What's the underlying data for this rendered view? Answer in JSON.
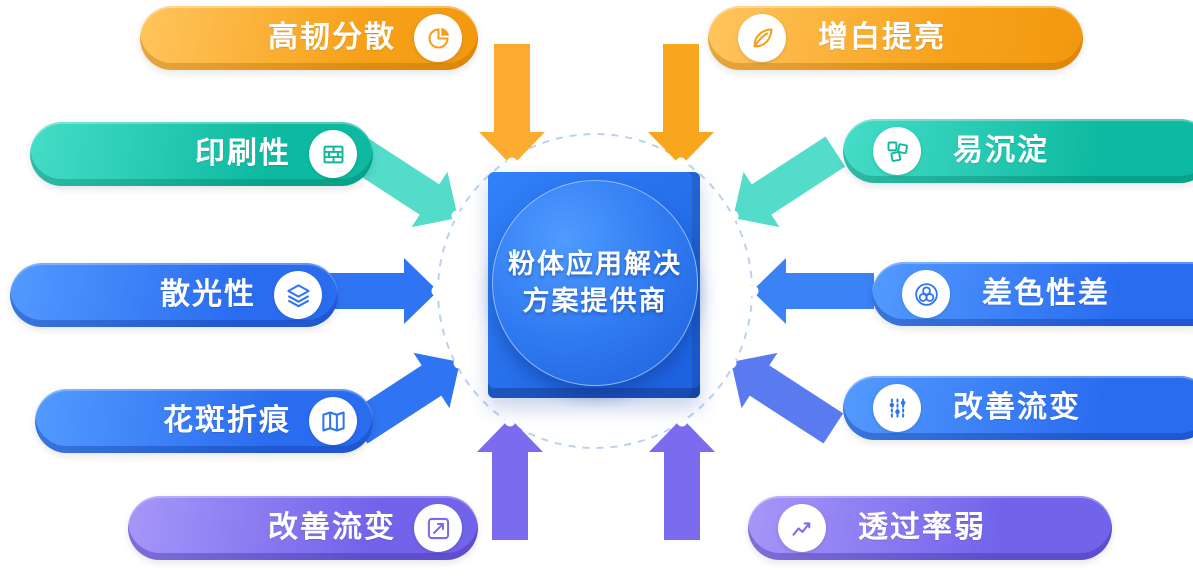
{
  "center": {
    "line1": "粉体应用解决",
    "line2": "方案提供商"
  },
  "left_items": [
    {
      "label": "高韧分散",
      "icon": "pie-chart-icon",
      "color": "#F7A11A"
    },
    {
      "label": "印刷性",
      "icon": "printer-icon",
      "color": "#0DB9A0"
    },
    {
      "label": "散光性",
      "icon": "layers-icon",
      "color": "#2A6CF0"
    },
    {
      "label": "花斑折痕",
      "icon": "map-icon",
      "color": "#2A6CF0"
    },
    {
      "label": "改善流变",
      "icon": "trend-arrow-icon",
      "color": "#7163EA"
    }
  ],
  "right_items": [
    {
      "label": "增白提亮",
      "icon": "leaf-icon",
      "color": "#F7A11A"
    },
    {
      "label": "易沉淀",
      "icon": "puzzle-icon",
      "color": "#0DB9A0"
    },
    {
      "label": "差色性差",
      "icon": "color-circles-icon",
      "color": "#2A6CF0"
    },
    {
      "label": "改善流变",
      "icon": "tune-icon",
      "color": "#2A6CF0"
    },
    {
      "label": "透过率弱",
      "icon": "line-chart-icon",
      "color": "#7163EA"
    }
  ],
  "colors": {
    "center_blue": "#2E78F0",
    "dashed_ring": "#B9D2F2",
    "orange": "#F7A11A",
    "teal": "#0DB9A0",
    "blue": "#2A6CF0",
    "purple": "#7163EA"
  }
}
